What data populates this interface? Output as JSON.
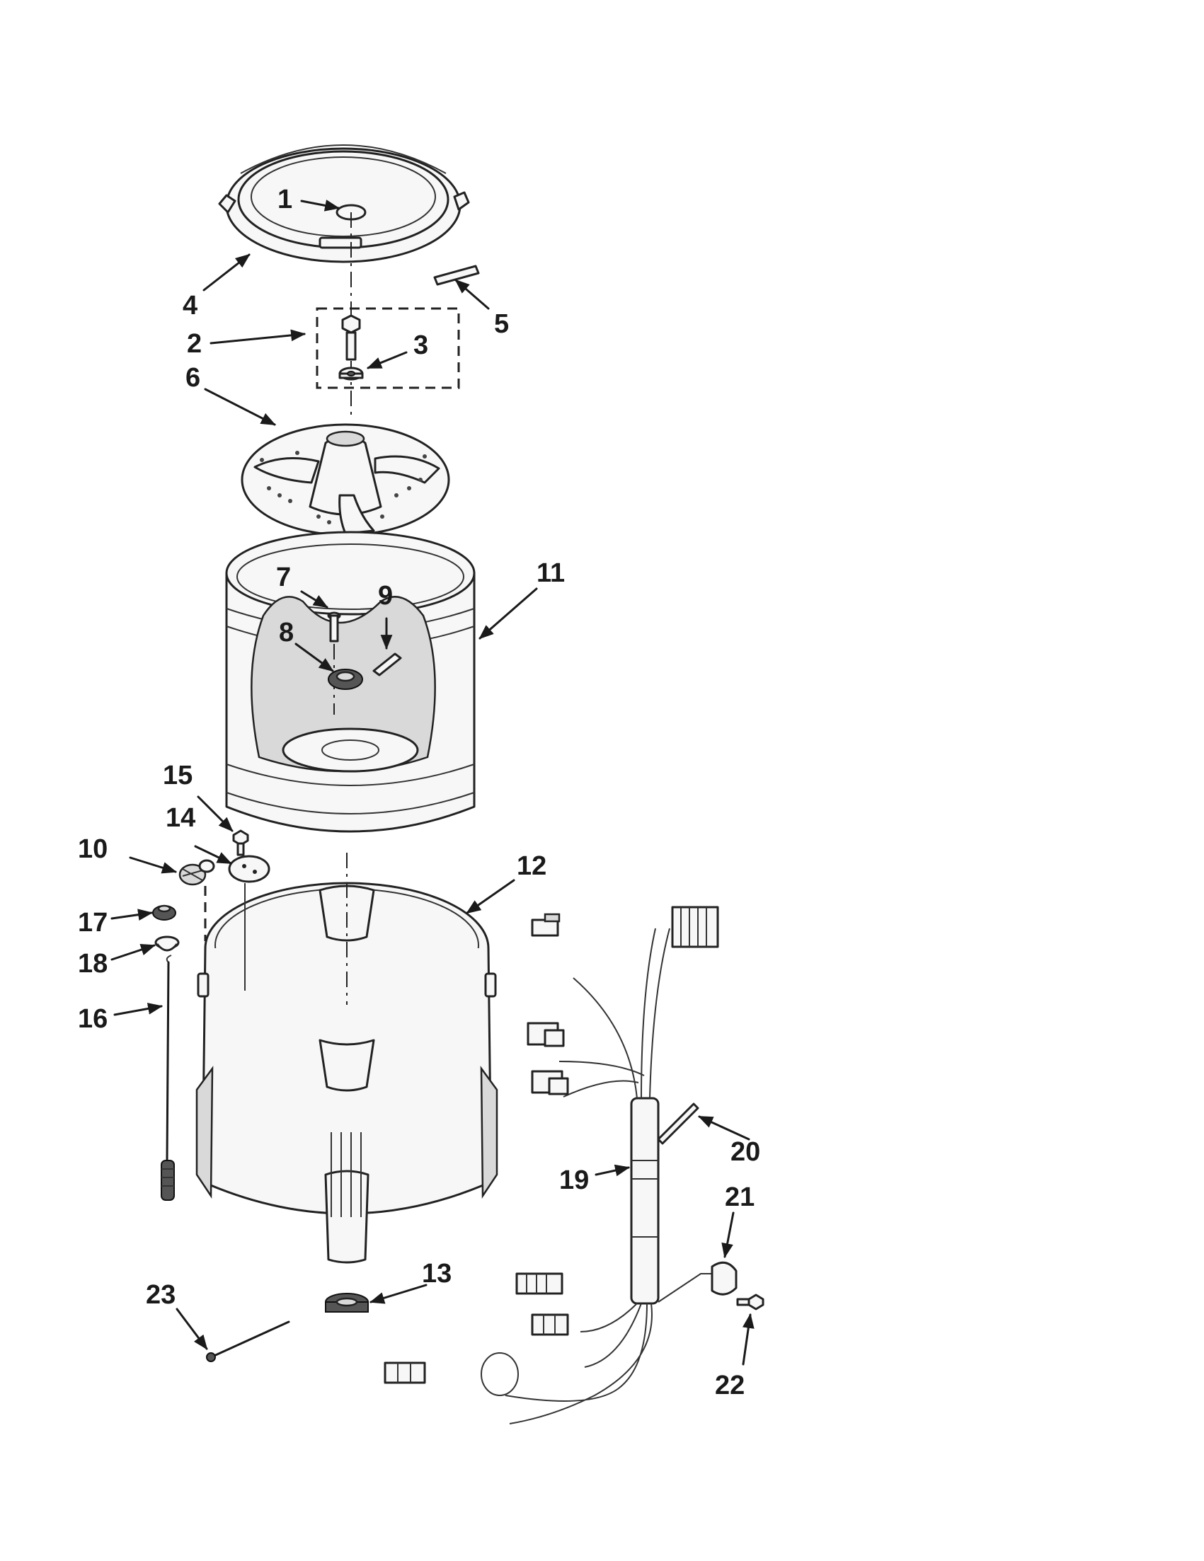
{
  "diagram": {
    "callouts": [
      {
        "id": "1",
        "label": "1"
      },
      {
        "id": "2",
        "label": "2"
      },
      {
        "id": "3",
        "label": "3"
      },
      {
        "id": "4",
        "label": "4"
      },
      {
        "id": "5",
        "label": "5"
      },
      {
        "id": "6",
        "label": "6"
      },
      {
        "id": "7",
        "label": "7"
      },
      {
        "id": "8",
        "label": "8"
      },
      {
        "id": "9",
        "label": "9"
      },
      {
        "id": "10",
        "label": "10"
      },
      {
        "id": "11",
        "label": "11"
      },
      {
        "id": "12",
        "label": "12"
      },
      {
        "id": "13",
        "label": "13"
      },
      {
        "id": "14",
        "label": "14"
      },
      {
        "id": "15",
        "label": "15"
      },
      {
        "id": "16",
        "label": "16"
      },
      {
        "id": "17",
        "label": "17"
      },
      {
        "id": "18",
        "label": "18"
      },
      {
        "id": "19",
        "label": "19"
      },
      {
        "id": "20",
        "label": "20"
      },
      {
        "id": "21",
        "label": "21"
      },
      {
        "id": "22",
        "label": "22"
      },
      {
        "id": "23",
        "label": "23"
      }
    ],
    "colors": {
      "ink": "#1a1a1a",
      "fill_light": "#f7f7f7",
      "fill_mid": "#d9d9d9",
      "fill_dark": "#555555"
    }
  }
}
